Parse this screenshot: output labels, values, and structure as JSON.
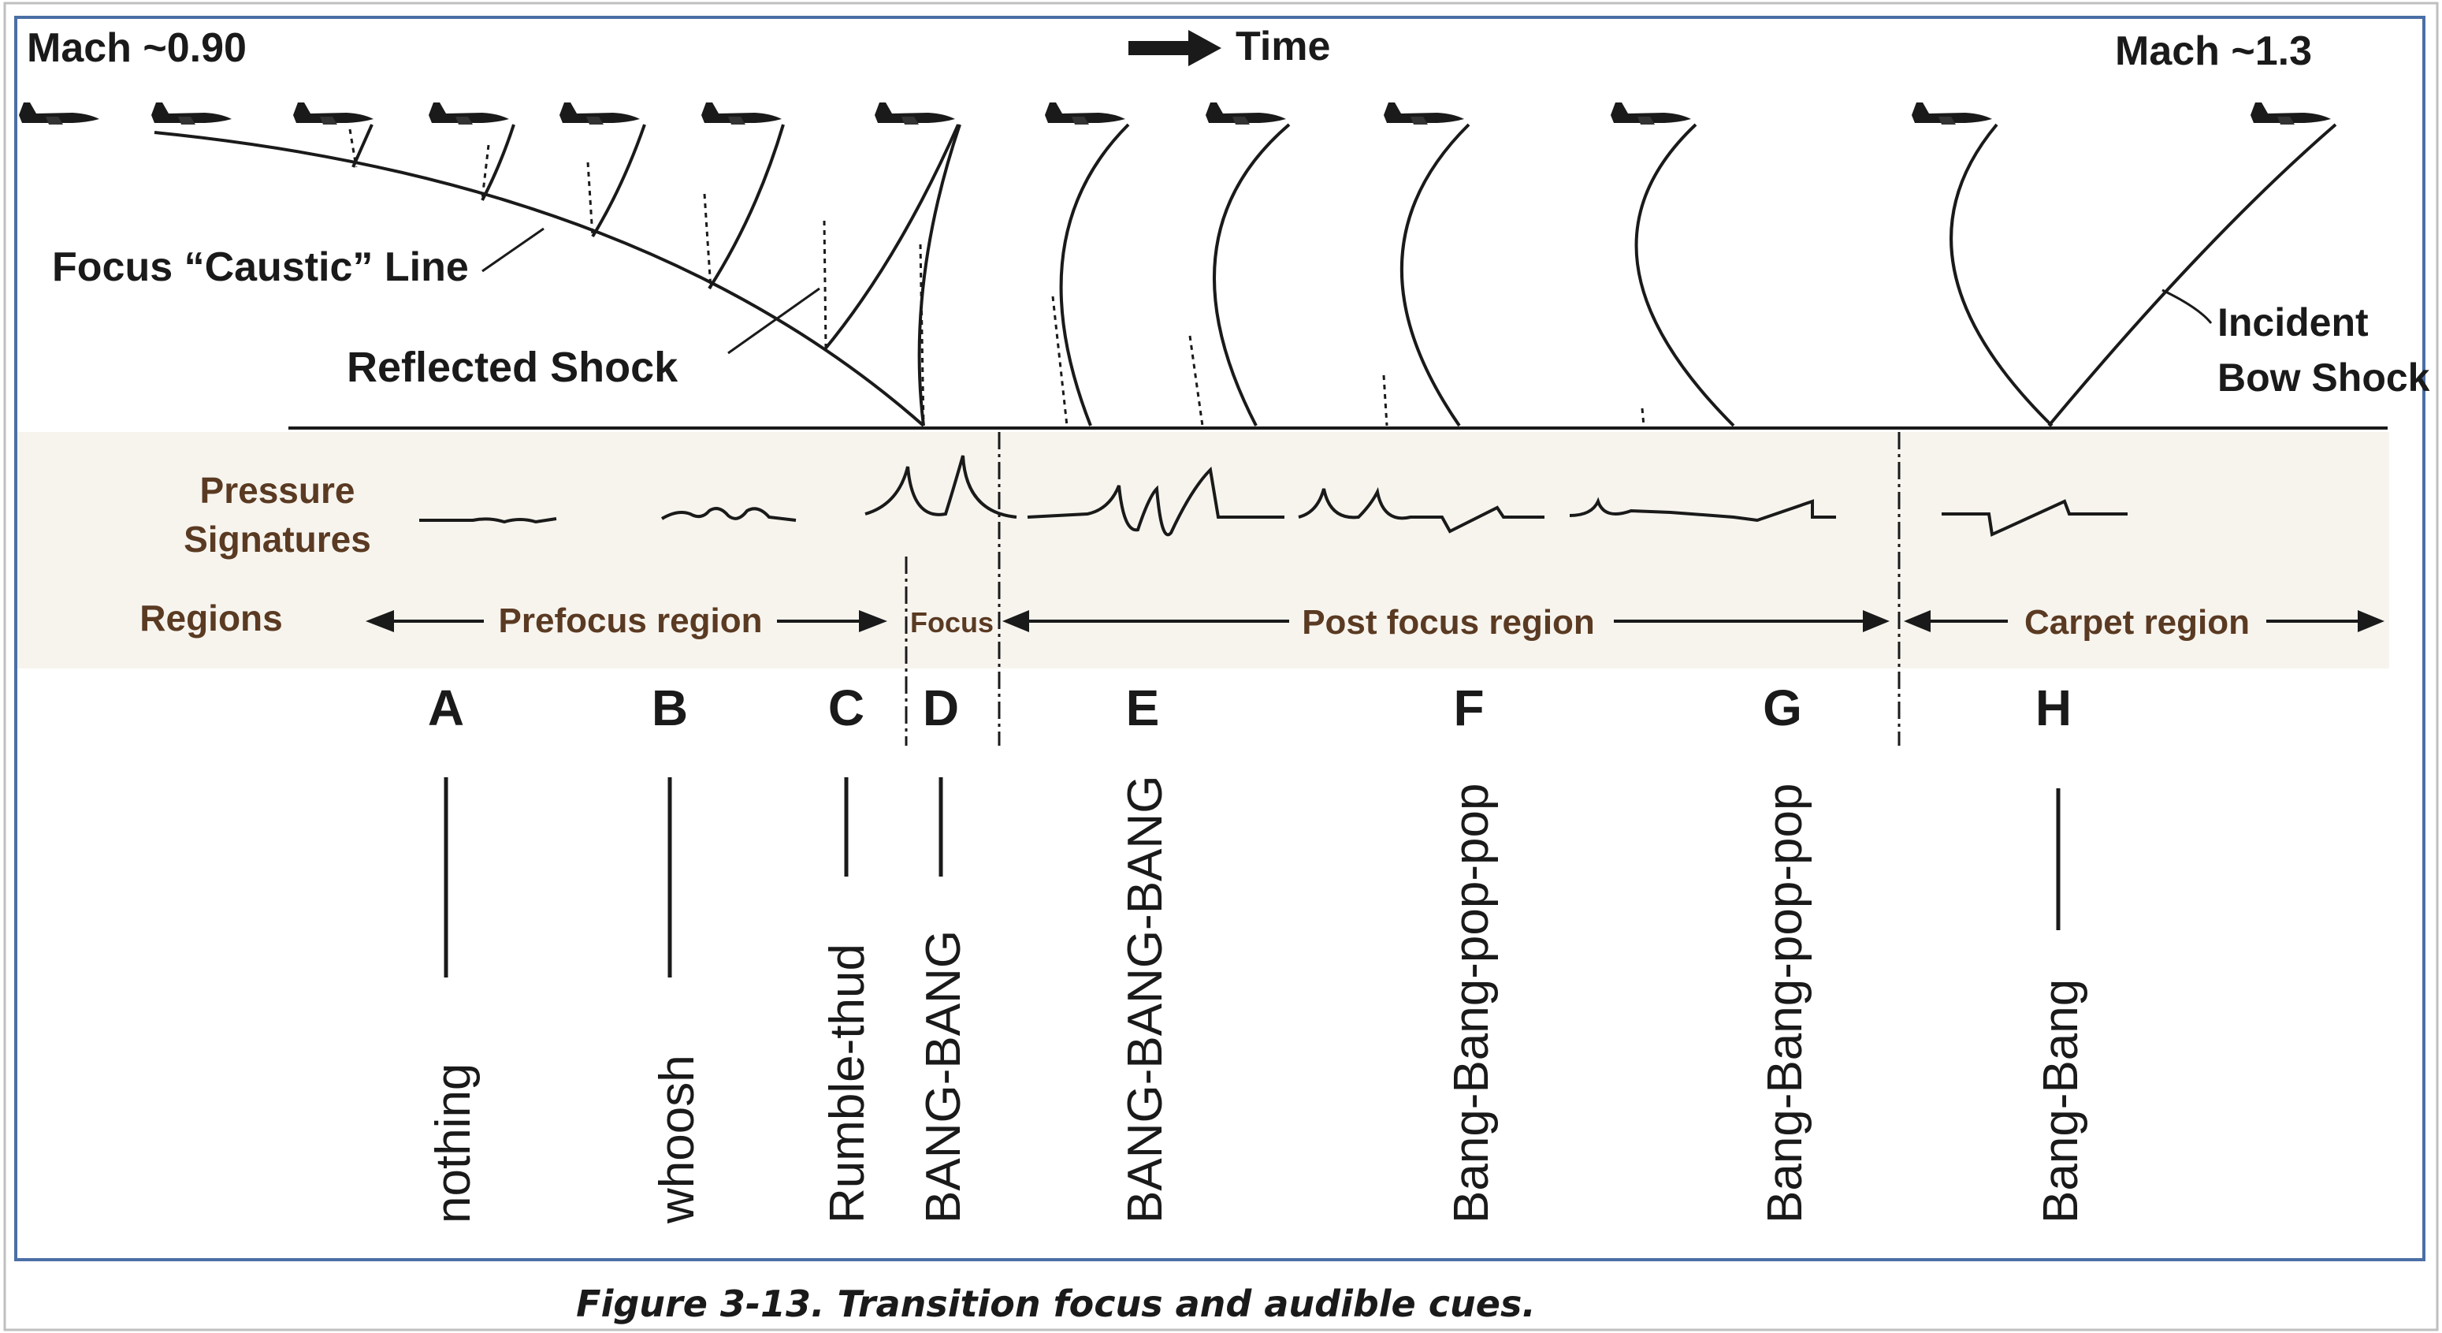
{
  "header": {
    "mach_start": "Mach ~0.90",
    "time_label": "Time",
    "mach_end": "Mach ~1.3"
  },
  "labels": {
    "caustic": "Focus “Caustic” Line",
    "reflected": "Reflected Shock",
    "incident_line1": "Incident",
    "incident_line2": "Bow Shock",
    "pressure_line1": "Pressure",
    "pressure_line2": "Signatures",
    "regions": "Regions"
  },
  "regions": {
    "prefocus": "Prefocus region",
    "focus": "Focus",
    "postfocus": "Post focus region",
    "carpet": "Carpet region"
  },
  "positions": [
    {
      "letter": "A",
      "sound": "nothing"
    },
    {
      "letter": "B",
      "sound": "whoosh"
    },
    {
      "letter": "C",
      "sound": "Rumble-thud"
    },
    {
      "letter": "D",
      "sound": "BANG-BANG"
    },
    {
      "letter": "E",
      "sound": "BANG-BANG-BANG"
    },
    {
      "letter": "F",
      "sound": "Bang-Bang-pop-pop"
    },
    {
      "letter": "G",
      "sound": "Bang-Bang-pop-pop"
    },
    {
      "letter": "H",
      "sound": "Bang-Bang"
    }
  ],
  "caption": "Figure 3-13.  Transition focus and audible cues.",
  "colors": {
    "frame": "#4a6fa5",
    "ink": "#1a1a1a",
    "label_brown": "#5a3a22",
    "band": "#f7f4ee"
  }
}
